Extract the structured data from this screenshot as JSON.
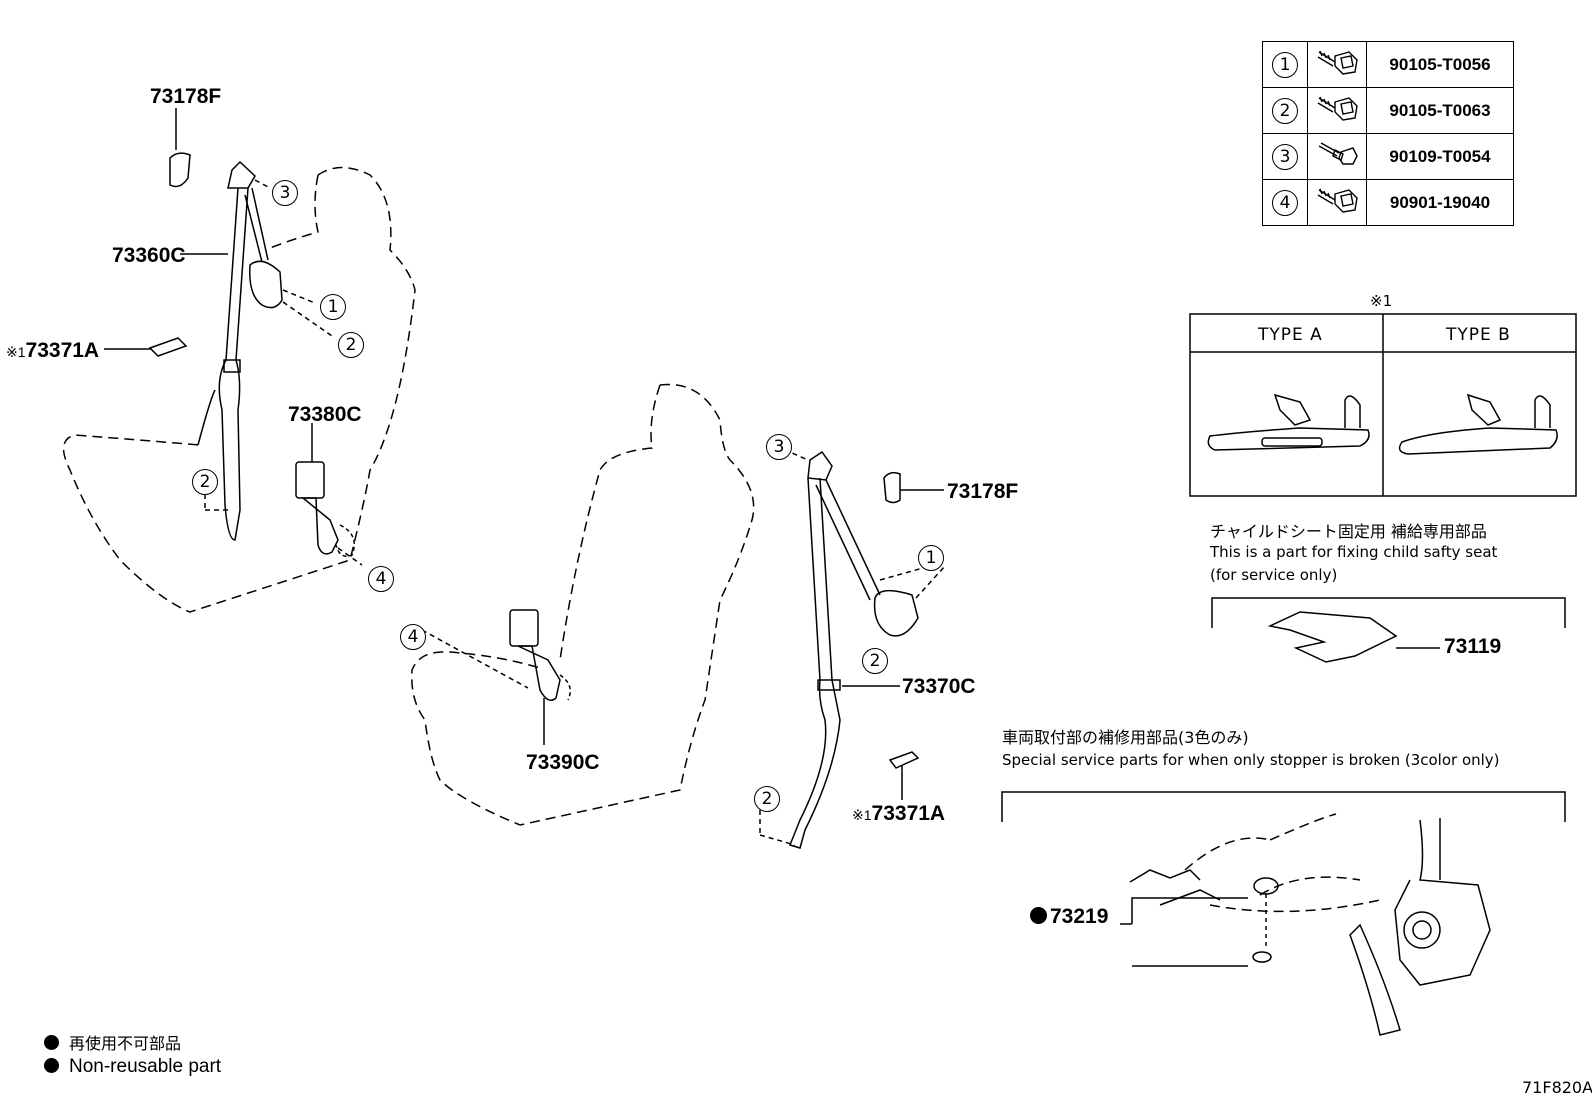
{
  "parts": {
    "p73178F_top": "73178F",
    "p73360C": "73360C",
    "p73371A_left": "73371A",
    "p73380C": "73380C",
    "p73390C": "73390C",
    "p73178F_right": "73178F",
    "p73370C": "73370C",
    "p73371A_right": "73371A",
    "p73119": "73119",
    "p73219": "73219"
  },
  "ref_mark": "※1",
  "callouts": {
    "c1": "1",
    "c2": "2",
    "c3": "3",
    "c4": "4"
  },
  "fastener_table": [
    {
      "num": "1",
      "part_no": "90105-T0056",
      "icon": "bolt-icon"
    },
    {
      "num": "2",
      "part_no": "90105-T0063",
      "icon": "bolt-icon"
    },
    {
      "num": "3",
      "part_no": "90109-T0054",
      "icon": "shoulder-bolt-icon"
    },
    {
      "num": "4",
      "part_no": "90901-19040",
      "icon": "bolt-icon"
    }
  ],
  "type_table": {
    "header_mark": "※1",
    "type_a": "TYPE A",
    "type_b": "TYPE B"
  },
  "child_seat_note": {
    "jp": "チャイルドシート固定用  補給専用部品",
    "en1": "This is a part for fixing child safty seat",
    "en2": "(for service only)"
  },
  "stopper_note": {
    "jp": "車両取付部の補修用部品(3色のみ)",
    "en": "Special service parts for when only stopper is broken (3color only)"
  },
  "legend": {
    "jp": "再使用不可部品",
    "en": "Non-reusable part"
  },
  "diagram_code": "71F820A"
}
